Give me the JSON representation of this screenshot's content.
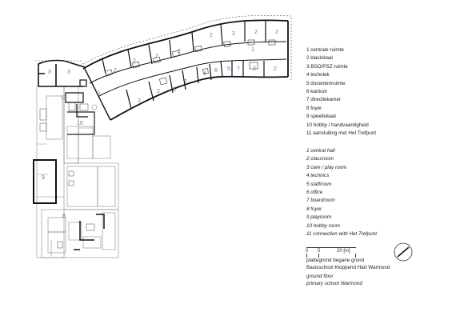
{
  "legend_nl": [
    "1  centrale ruimte",
    "2  klaslokaal",
    "3  BSO/PSZ ruimte",
    "4  techniek",
    "5  docentenruimte",
    "6  kantoor",
    "7  directiekamer",
    "8  foyer",
    "9  speellokaal",
    "10  hobby / handvaardigheid",
    "11  aansluiting met Het Trefpunt"
  ],
  "legend_en": [
    "1  central hall",
    "2  classroom",
    "3  care / play room",
    "4  technics",
    "5  staffroom",
    "6  office",
    "7  boardroom",
    "8  foyer",
    "9  playroom",
    "10  hobby room",
    "11  connection with Het Trefpunt"
  ],
  "scale": {
    "start": "0",
    "mid": "5",
    "end": "20 [m]"
  },
  "caption_nl": [
    "plattegrond begane grond",
    "Basisschool Kloppend Hart Warmond"
  ],
  "caption_en": [
    "ground floor",
    "primary school Warmond"
  ],
  "room_labels": {
    "r1a": "1",
    "r1b": "1",
    "r2": "2",
    "r3": "3",
    "r4": "4",
    "r5": "5",
    "r6": "6",
    "r7": "7",
    "r8": "8",
    "r9": "9",
    "r10": "10",
    "r11": "11"
  },
  "colors": {
    "room_number": "#3f86c9",
    "wall": "#1a1a1a",
    "thin_line": "#777777"
  }
}
